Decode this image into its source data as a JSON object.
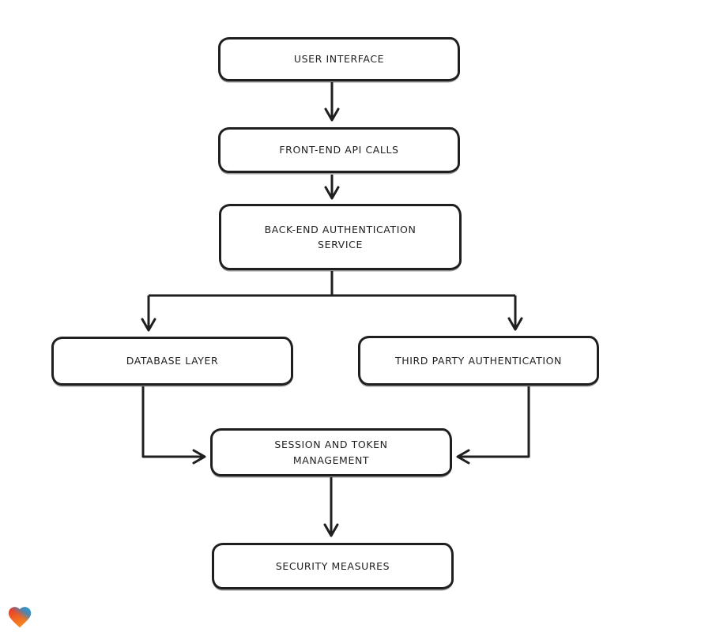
{
  "diagram": {
    "type": "flowchart",
    "background": "#ffffff",
    "stroke_color": "#1f1f1f",
    "node_fill": "#ffffff",
    "nodes": [
      {
        "id": "user-interface",
        "label": "USER INTERFACE"
      },
      {
        "id": "front-end-api-calls",
        "label": "FRONT-END API CALLS"
      },
      {
        "id": "back-end-authentication-service",
        "label": "BACK-END AUTHENTICATION SERVICE"
      },
      {
        "id": "database-layer",
        "label": "DATABASE LAYER"
      },
      {
        "id": "third-party-authentication",
        "label": "THIRD PARTY AUTHENTICATION"
      },
      {
        "id": "session-and-token-management",
        "label": "SESSION AND TOKEN MANAGEMENT"
      },
      {
        "id": "security-measures",
        "label": "SECURITY MEASURES"
      }
    ],
    "edges": [
      {
        "from": "user-interface",
        "to": "front-end-api-calls"
      },
      {
        "from": "front-end-api-calls",
        "to": "back-end-authentication-service"
      },
      {
        "from": "back-end-authentication-service",
        "to": "database-layer"
      },
      {
        "from": "back-end-authentication-service",
        "to": "third-party-authentication"
      },
      {
        "from": "database-layer",
        "to": "session-and-token-management"
      },
      {
        "from": "third-party-authentication",
        "to": "session-and-token-management"
      },
      {
        "from": "session-and-token-management",
        "to": "security-measures"
      }
    ],
    "logo": {
      "name": "eraser-heart-logo",
      "colors": [
        "#e8312a",
        "#2a8fd4",
        "#f68a1f"
      ]
    }
  }
}
